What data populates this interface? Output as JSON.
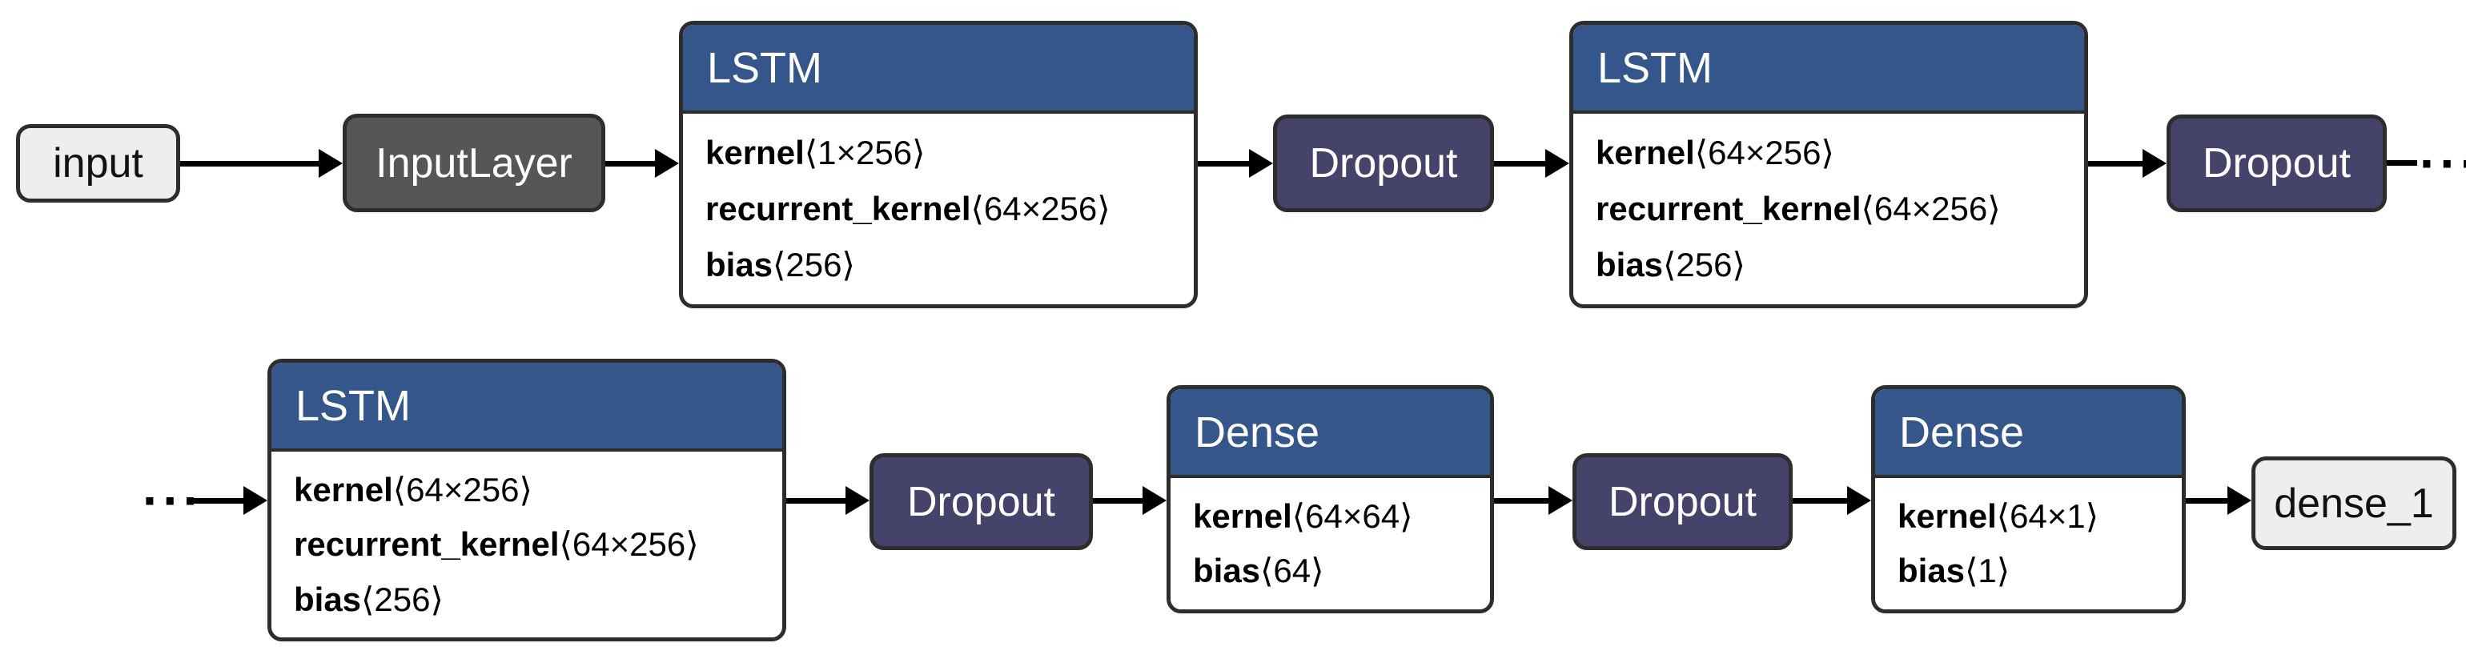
{
  "colors": {
    "header_blue": "#35568a",
    "dropout_fill": "#46436a",
    "inputlayer_fill": "#565656",
    "io_fill": "#eeeeee",
    "io_text": "#111111",
    "border_dark": "#2d2d2d",
    "arrow_black": "#000000",
    "body_fill": "#ffffff"
  },
  "row1": {
    "input_label": "input",
    "inputlayer_label": "InputLayer",
    "lstm1": {
      "title": "LSTM",
      "params": [
        {
          "name": "kernel",
          "dims": "⟨1×256⟩"
        },
        {
          "name": "recurrent_kernel",
          "dims": "⟨64×256⟩"
        },
        {
          "name": "bias",
          "dims": "⟨256⟩"
        }
      ]
    },
    "dropout1_label": "Dropout",
    "lstm2": {
      "title": "LSTM",
      "params": [
        {
          "name": "kernel",
          "dims": "⟨64×256⟩"
        },
        {
          "name": "recurrent_kernel",
          "dims": "⟨64×256⟩"
        },
        {
          "name": "bias",
          "dims": "⟨256⟩"
        }
      ]
    },
    "dropout2_label": "Dropout",
    "continuation": "···"
  },
  "row2": {
    "continuation": "···",
    "lstm3": {
      "title": "LSTM",
      "params": [
        {
          "name": "kernel",
          "dims": "⟨64×256⟩"
        },
        {
          "name": "recurrent_kernel",
          "dims": "⟨64×256⟩"
        },
        {
          "name": "bias",
          "dims": "⟨256⟩"
        }
      ]
    },
    "dropout3_label": "Dropout",
    "dense1": {
      "title": "Dense",
      "params": [
        {
          "name": "kernel",
          "dims": "⟨64×64⟩"
        },
        {
          "name": "bias",
          "dims": "⟨64⟩"
        }
      ]
    },
    "dropout4_label": "Dropout",
    "dense2": {
      "title": "Dense",
      "params": [
        {
          "name": "kernel",
          "dims": "⟨64×1⟩"
        },
        {
          "name": "bias",
          "dims": "⟨1⟩"
        }
      ]
    },
    "output_label": "dense_1"
  }
}
